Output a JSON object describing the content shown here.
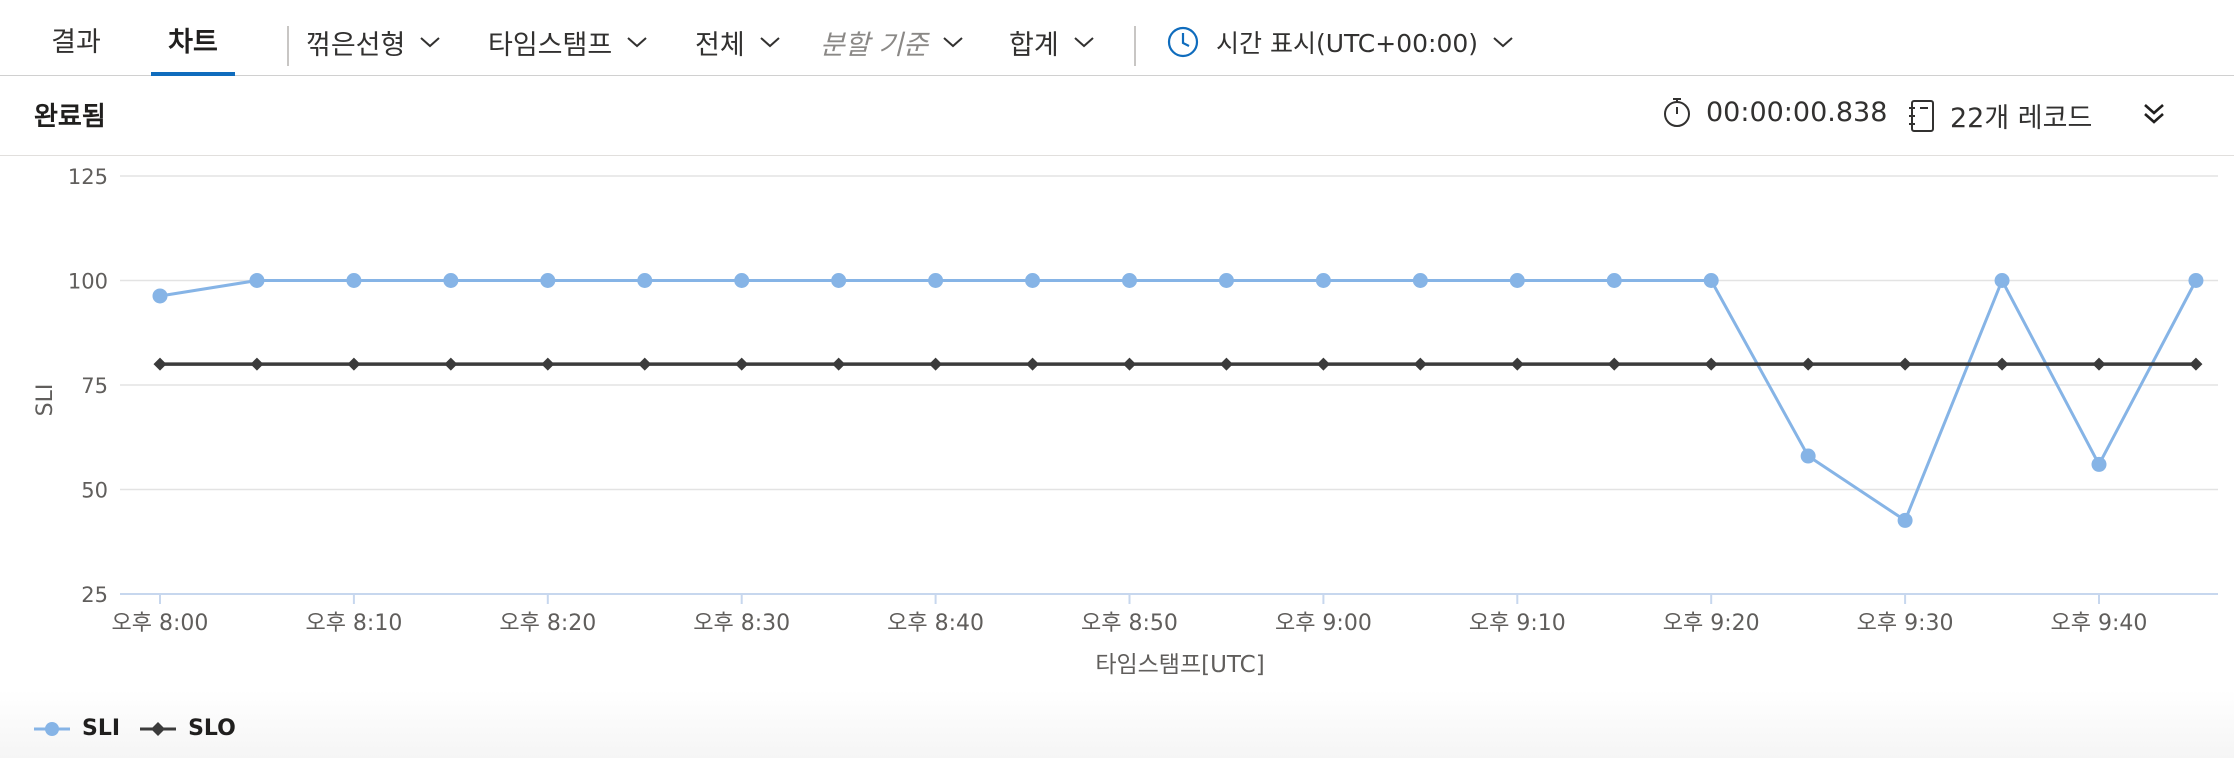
{
  "tabs": [
    {
      "label": "결과",
      "active": false
    },
    {
      "label": "차트",
      "active": true
    }
  ],
  "toolbar": {
    "chart_type": "꺾은선형",
    "x_column": "타임스탬프",
    "filter": "전체",
    "split_by": "분할 기준",
    "aggregation": "합계",
    "time_display": "시간 표시(UTC+00:00)"
  },
  "status": {
    "title": "완료됨",
    "duration": "00:00:00.838",
    "records": "22개 레코드"
  },
  "icons": {
    "chevron": "chevron-down-icon",
    "clock": "clock-icon",
    "stopwatch": "stopwatch-icon",
    "notebook": "notebook-icon",
    "collapse": "double-chevron-down-icon"
  },
  "colors": {
    "sli": "#86b4e6",
    "slo": "#3b3b3b",
    "accent": "#0f6cbd"
  },
  "chart_data": {
    "type": "line",
    "title": "",
    "xlabel": "타임스탬프[UTC]",
    "ylabel": "SLI",
    "ylim": [
      25,
      125
    ],
    "y_ticks": [
      25,
      50,
      75,
      100,
      125
    ],
    "x_tick_labels": [
      "오후 8:00",
      "오후 8:10",
      "오후 8:20",
      "오후 8:30",
      "오후 8:40",
      "오후 8:50",
      "오후 9:00",
      "오후 9:10",
      "오후 9:20",
      "오후 9:30",
      "오후 9:40"
    ],
    "x": [
      "20:00",
      "20:05",
      "20:10",
      "20:15",
      "20:20",
      "20:25",
      "20:30",
      "20:35",
      "20:40",
      "20:45",
      "20:50",
      "20:55",
      "21:00",
      "21:05",
      "21:10",
      "21:15",
      "21:20",
      "21:25",
      "21:30",
      "21:35",
      "21:40",
      "21:45"
    ],
    "grid": true,
    "legend_position": "bottom-left",
    "series": [
      {
        "name": "SLI",
        "marker": "circle",
        "values": [
          96.3,
          100,
          100,
          100,
          100,
          100,
          100,
          100,
          100,
          100,
          100,
          100,
          100,
          100,
          100,
          100,
          100,
          58,
          42.6,
          100,
          56,
          100
        ]
      },
      {
        "name": "SLO",
        "marker": "diamond",
        "values": [
          80,
          80,
          80,
          80,
          80,
          80,
          80,
          80,
          80,
          80,
          80,
          80,
          80,
          80,
          80,
          80,
          80,
          80,
          80,
          80,
          80,
          80
        ]
      }
    ]
  }
}
